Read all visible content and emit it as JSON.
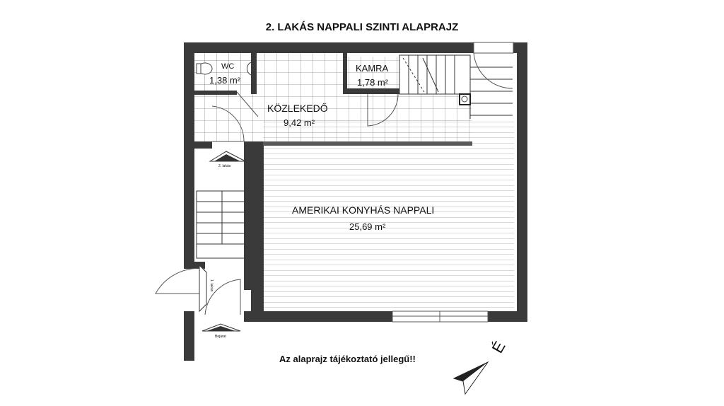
{
  "title": "2. LAKÁS NAPPALI SZINTI ALAPRAJZ",
  "note": "Az alaprajz tájékoztató jellegű!!",
  "rooms": {
    "wc": {
      "name": "WC",
      "area": "1,38 m²"
    },
    "kamra": {
      "name": "KAMRA",
      "area": "1,78 m²"
    },
    "kozlekedo": {
      "name": "KÖZLEKEDŐ",
      "area": "9,42 m²"
    },
    "nappali": {
      "name": "AMERIKAI KONYHÁS NAPPALI",
      "area": "25,69 m²"
    }
  },
  "markers": {
    "upper_stair": "2. lakás",
    "entrance_side": "1. lakás",
    "entrance": "Bejárat"
  },
  "north_label": "É",
  "colors": {
    "wall": "#3a3a3a",
    "line": "#555555"
  }
}
